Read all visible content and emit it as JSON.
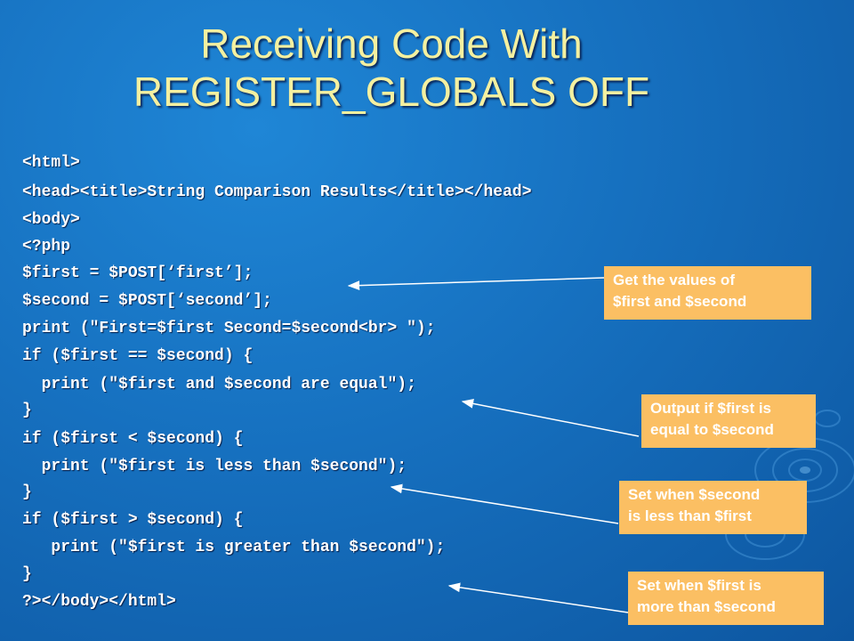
{
  "title": {
    "line1": "Receiving Code With",
    "line2": "REGISTER_GLOBALS OFF"
  },
  "code_lines": [
    "<html>",
    "<head><title>String Comparison Results</title></head>",
    "<body>",
    "<?php",
    "$first = $POST[‘first’];",
    "$second = $POST[‘second’];",
    "print (\"First=$first Second=$second<br> \");",
    "if ($first == $second) {",
    "  print (\"$first and $second are equal\");",
    "}",
    "if ($first < $second) {",
    "  print (\"$first is less than $second\");",
    "}",
    "if ($first > $second) {",
    "   print (\"$first is greater than $second\");",
    "}",
    "?></body></html>"
  ],
  "callouts": [
    {
      "lines": [
        "Get the values  of",
        "$first and $second"
      ]
    },
    {
      "lines": [
        "Output if $first is",
        "equal to $second"
      ]
    },
    {
      "lines": [
        "Set when $second",
        "is less than $first"
      ]
    },
    {
      "lines": [
        "Set when $first is",
        "more than $second"
      ]
    }
  ],
  "colors": {
    "background": "#1670bf",
    "title": "#f4f0a0",
    "code_text": "#ffffff",
    "callout_fill": "#fbbf63",
    "callout_text": "#ffffff"
  }
}
